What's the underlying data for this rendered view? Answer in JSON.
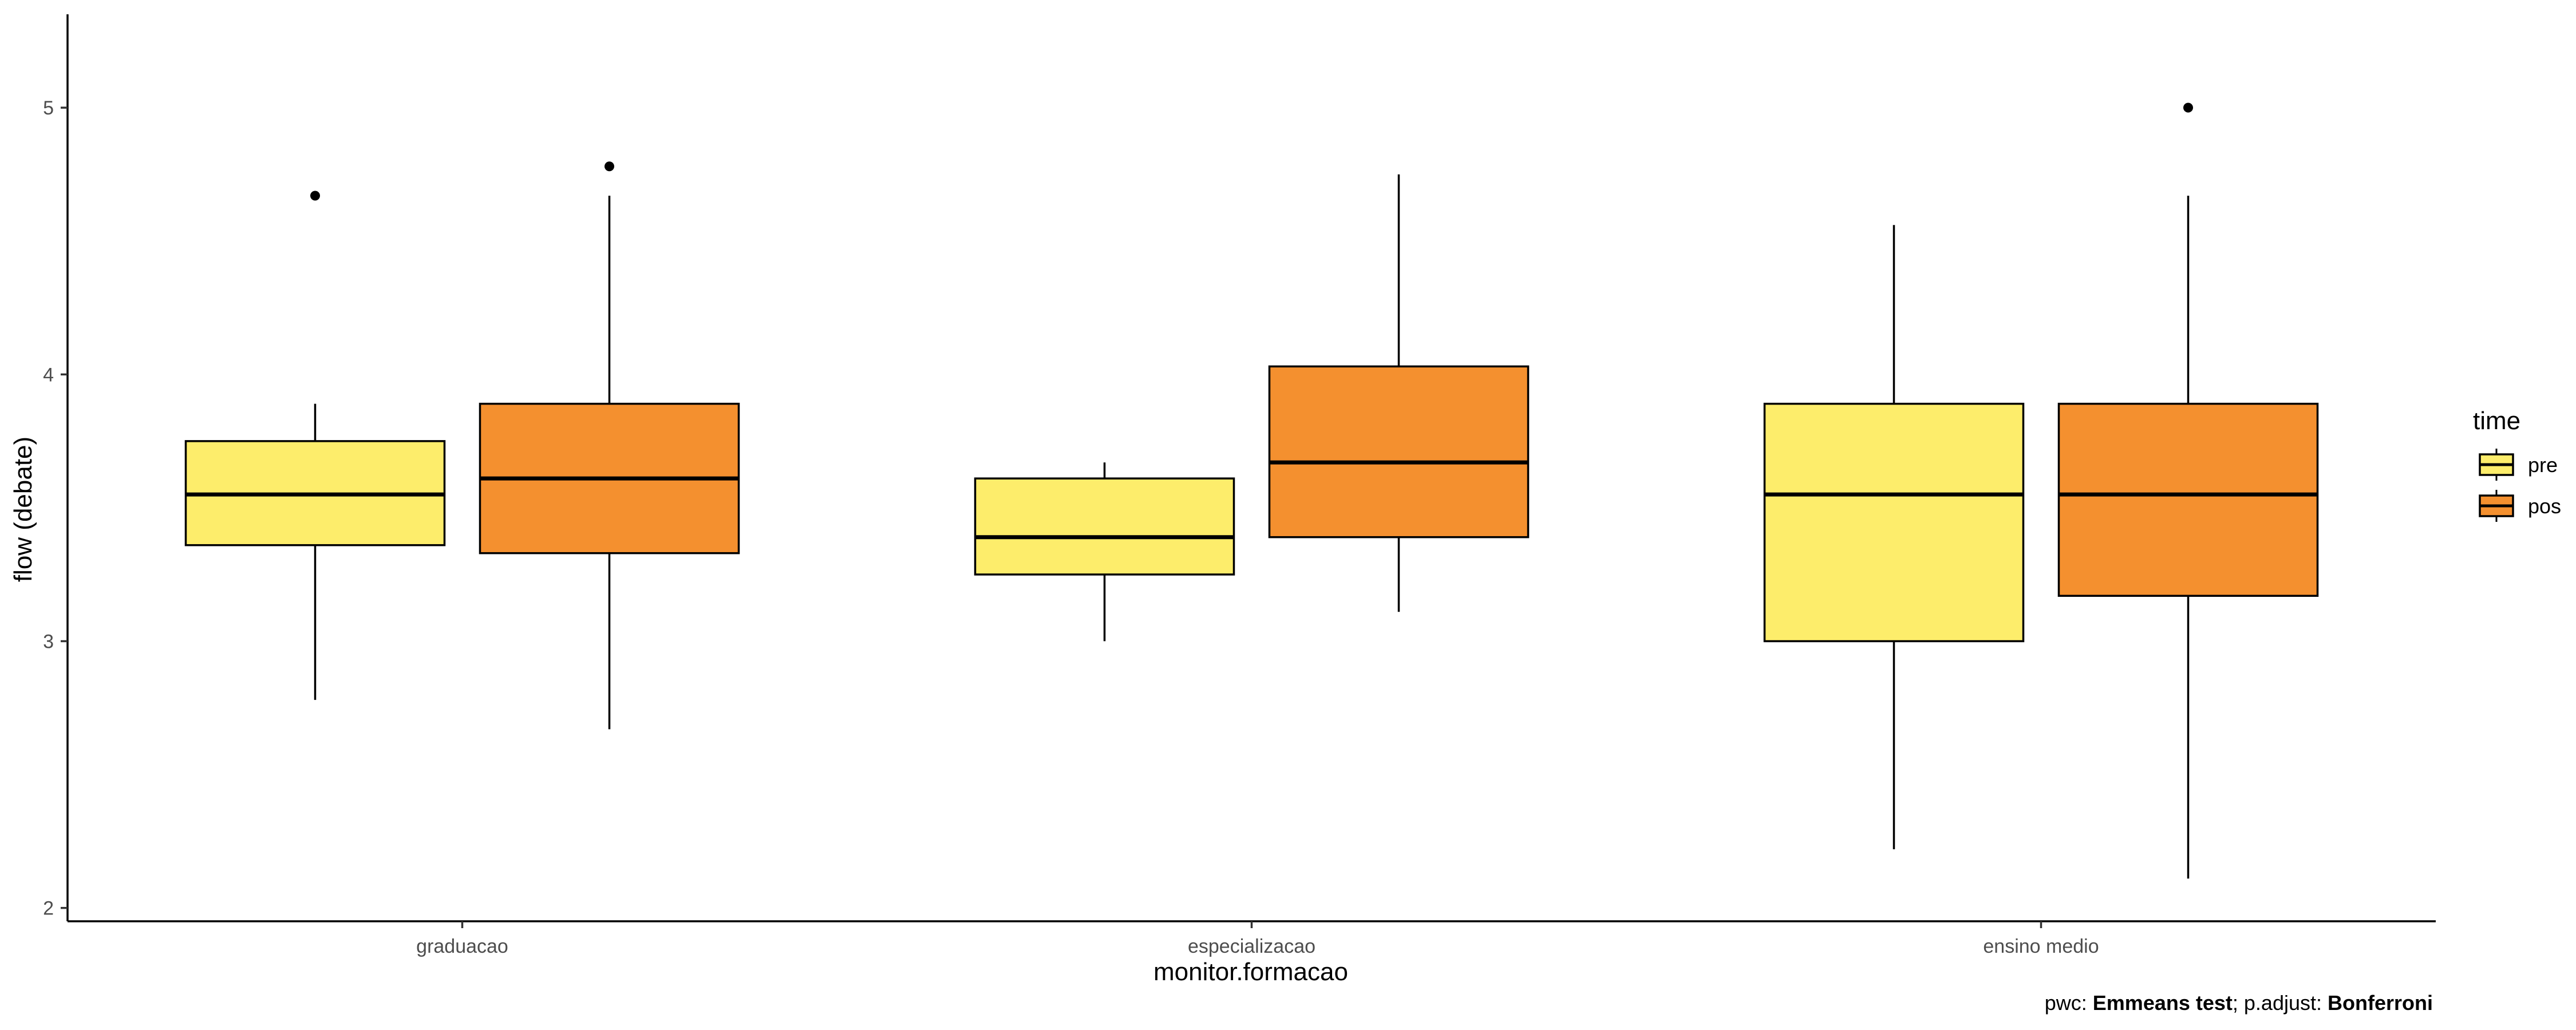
{
  "chart_data": {
    "type": "boxplot",
    "xlabel": "monitor.formacao",
    "ylabel": "flow (debate)",
    "ylim": [
      1.95,
      5.35
    ],
    "yticks": [
      2,
      3,
      4,
      5
    ],
    "categories": [
      "graduacao",
      "especializacao",
      "ensino medio"
    ],
    "legend": {
      "title": "time",
      "position": "right",
      "entries": [
        "pre",
        "pos"
      ]
    },
    "series": [
      {
        "name": "pre",
        "color": "#FDED6B",
        "boxes": [
          {
            "category": "graduacao",
            "lower_whisker": 2.78,
            "q1": 3.36,
            "median": 3.55,
            "q3": 3.75,
            "upper_whisker": 3.89,
            "outliers": [
              4.67
            ]
          },
          {
            "category": "especializacao",
            "lower_whisker": 3.0,
            "q1": 3.25,
            "median": 3.39,
            "q3": 3.61,
            "upper_whisker": 3.67,
            "outliers": []
          },
          {
            "category": "ensino medio",
            "lower_whisker": 2.22,
            "q1": 3.0,
            "median": 3.55,
            "q3": 3.89,
            "upper_whisker": 4.56,
            "outliers": []
          }
        ]
      },
      {
        "name": "pos",
        "color": "#F4902F",
        "boxes": [
          {
            "category": "graduacao",
            "lower_whisker": 2.67,
            "q1": 3.33,
            "median": 3.61,
            "q3": 3.89,
            "upper_whisker": 4.67,
            "outliers": [
              4.78
            ]
          },
          {
            "category": "especializacao",
            "lower_whisker": 3.11,
            "q1": 3.39,
            "median": 3.67,
            "q3": 4.03,
            "upper_whisker": 4.75,
            "outliers": []
          },
          {
            "category": "ensino medio",
            "lower_whisker": 2.11,
            "q1": 3.17,
            "median": 3.55,
            "q3": 3.89,
            "upper_whisker": 4.67,
            "outliers": [
              5.0
            ]
          }
        ]
      }
    ],
    "grid": false
  },
  "caption": {
    "pwc_prefix": "pwc: ",
    "pwc_value": "Emmeans test",
    "sep": "; p.adjust: ",
    "adjust_value": "Bonferroni"
  }
}
